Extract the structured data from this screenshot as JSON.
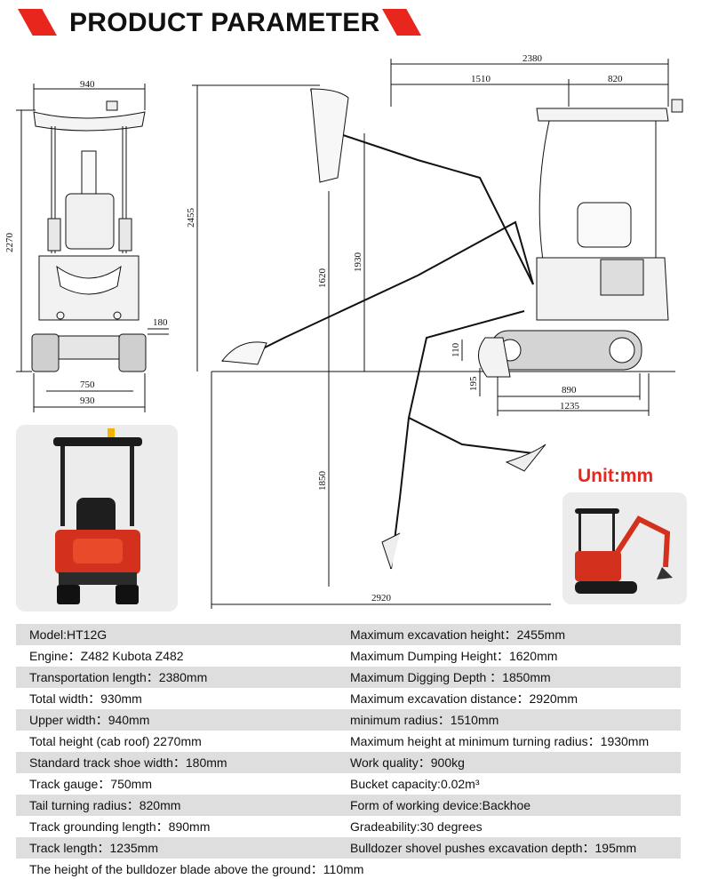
{
  "header": {
    "title": "PRODUCT PARAMETER"
  },
  "unit_label": "Unit:mm",
  "diagram_dims": {
    "d940": "940",
    "d2270": "2270",
    "d180": "180",
    "d750": "750",
    "d930": "930",
    "d2380": "2380",
    "d1510": "1510",
    "d820": "820",
    "d2455": "2455",
    "d1930": "1930",
    "d1620": "1620",
    "d110": "110",
    "d195": "195",
    "d890": "890",
    "d1235": "1235",
    "d1850": "1850",
    "d2920": "2920"
  },
  "specs": {
    "rows": [
      {
        "left": "Model:HT12G",
        "right": "Maximum excavation height：2455mm"
      },
      {
        "left": "Engine：Z482 Kubota Z482",
        "right": "Maximum Dumping Height：1620mm"
      },
      {
        "left": "Transportation length：2380mm",
        "right": "Maximum Digging Depth ：1850mm"
      },
      {
        "left": "Total width：930mm",
        "right": "Maximum excavation distance：2920mm"
      },
      {
        "left": "Upper width：940mm",
        "right": "minimum radius：1510mm"
      },
      {
        "left": "Total height (cab roof) 2270mm",
        "right": "Maximum height at minimum turning radius：1930mm"
      },
      {
        "left": "Standard track shoe width：180mm",
        "right": "Work quality：900kg"
      },
      {
        "left": "Track gauge：750mm",
        "right": "Bucket capacity:0.02m³"
      },
      {
        "left": "Tail turning radius：820mm",
        "right": "Form of working device:Backhoe"
      },
      {
        "left": "Track grounding length：890mm",
        "right": "Gradeability:30 degrees"
      },
      {
        "left": "Track length：1235mm",
        "right": "Bulldozer shovel pushes excavation depth：195mm"
      }
    ],
    "last_row": "The height of the bulldozer blade above the ground：110mm"
  },
  "colors": {
    "accent": "#e8261d",
    "row_shade": "#dedede",
    "line": "#111111"
  }
}
